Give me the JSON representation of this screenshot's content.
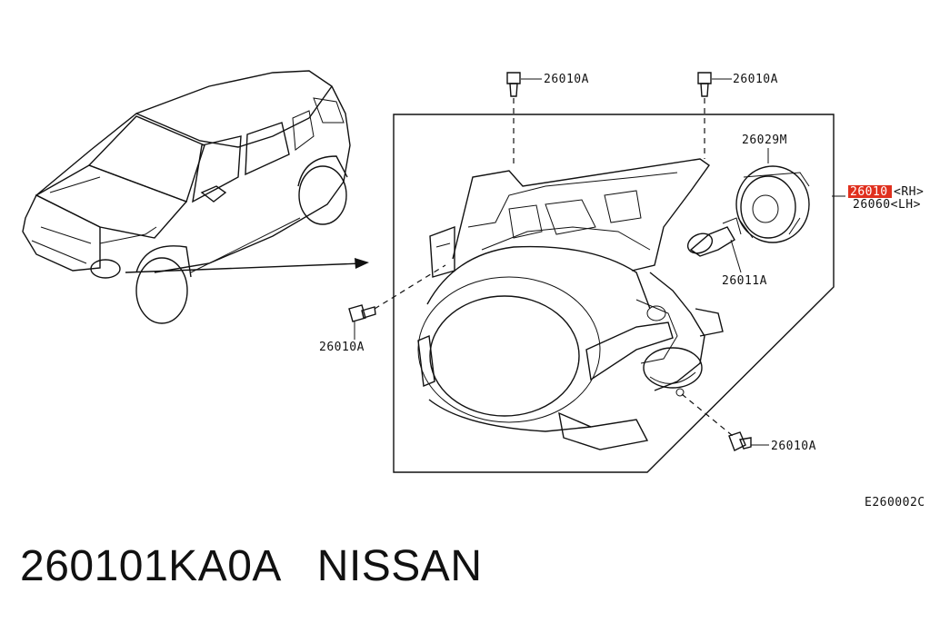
{
  "callouts": {
    "bolt_top_left": "26010A",
    "bolt_top_right": "26010A",
    "bolt_left": "26010A",
    "bolt_bottom": "26010A",
    "cap": "26029M",
    "bulb": "26011A",
    "assembly_rh_number": "26010",
    "assembly_rh_suffix": "<RH>",
    "assembly_lh": "26060<LH>"
  },
  "diagram_code": "E260002C",
  "part_title": "260101KA0A   NISSAN",
  "colors": {
    "highlight_box": "#e0301e",
    "ink": "#111111"
  }
}
